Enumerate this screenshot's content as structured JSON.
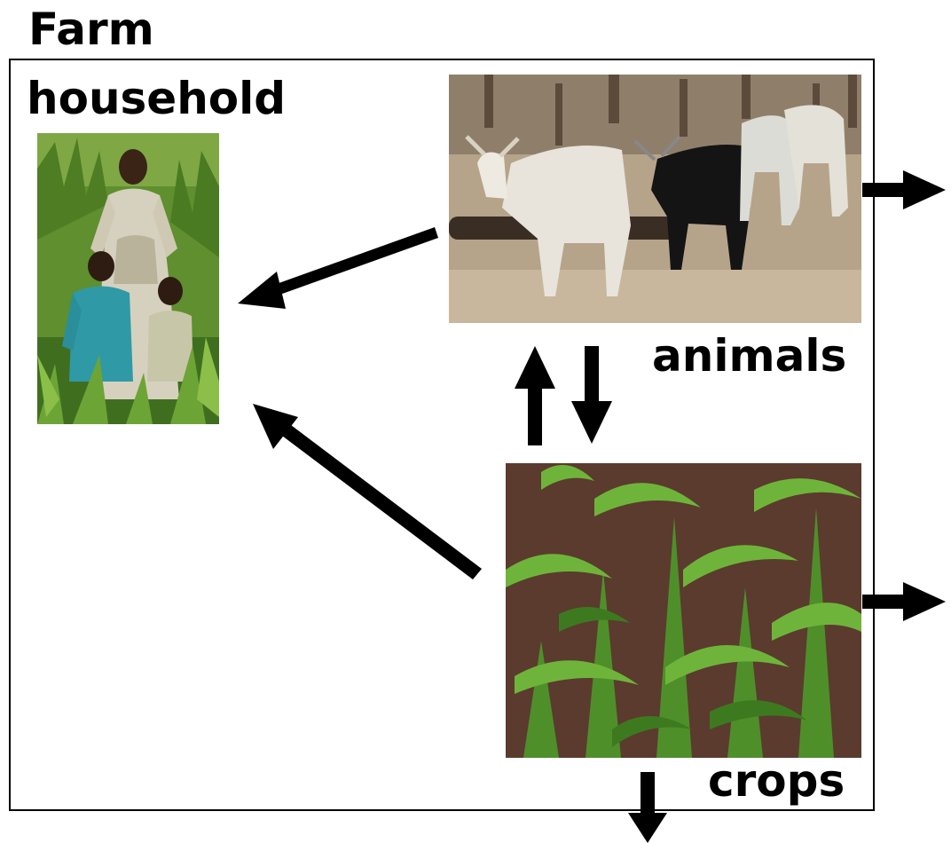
{
  "title": "Farm",
  "labels": {
    "household": "household",
    "animals": "animals",
    "crops": "crops"
  },
  "photos": {
    "household": "household-photo",
    "animals": "cattle-photo",
    "crops": "maize-field-photo"
  },
  "colors": {
    "arrow": "#000000",
    "frame": "#000000"
  }
}
